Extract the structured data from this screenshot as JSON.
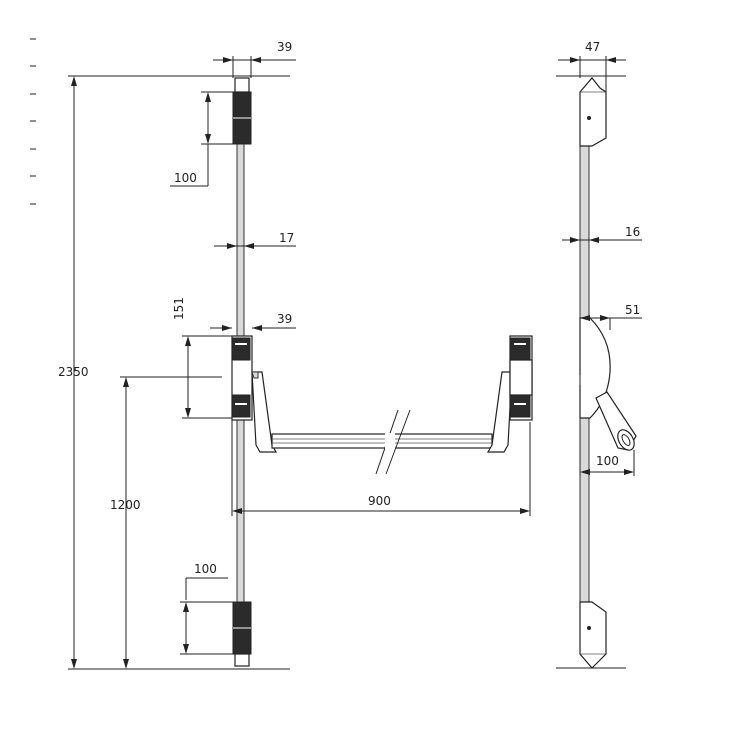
{
  "dimensions": {
    "total_height": "2350",
    "handle_height": "1200",
    "bar_width": "900",
    "top_latch_width": "39",
    "rod_diameter": "17",
    "center_case_width": "39",
    "center_case_height": "151",
    "top_latch_height": "100",
    "bottom_latch_height": "100",
    "side_top_latch_depth": "47",
    "side_rod_diameter": "16",
    "side_case_depth": "51",
    "side_handle_projection": "100"
  }
}
